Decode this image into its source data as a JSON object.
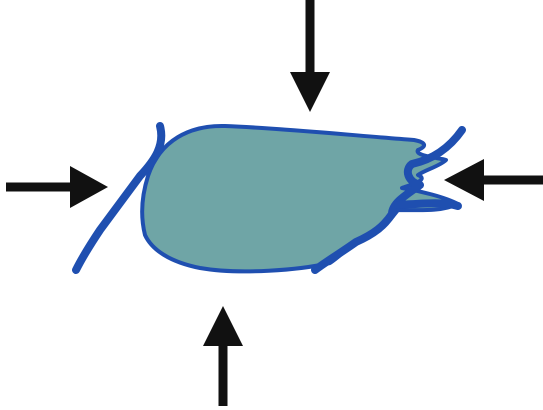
{
  "diagram": {
    "description_visible_text": "",
    "colors": {
      "background": "#ffffff",
      "arrow": "#111111",
      "body_fill": "#6fa5a6",
      "outline": "#1f4fb0",
      "fracture": "#1f4fb0"
    },
    "elements": [
      {
        "id": "arrow-top",
        "semantic": "compression-arrow",
        "direction": "down"
      },
      {
        "id": "arrow-bottom",
        "semantic": "compression-arrow",
        "direction": "up"
      },
      {
        "id": "arrow-left",
        "semantic": "compression-arrow",
        "direction": "right"
      },
      {
        "id": "arrow-right",
        "semantic": "compression-arrow",
        "direction": "left"
      },
      {
        "id": "body",
        "semantic": "filled-body"
      },
      {
        "id": "fracture-left",
        "semantic": "fracture-line"
      },
      {
        "id": "fracture-right",
        "semantic": "fracture-line"
      }
    ]
  }
}
